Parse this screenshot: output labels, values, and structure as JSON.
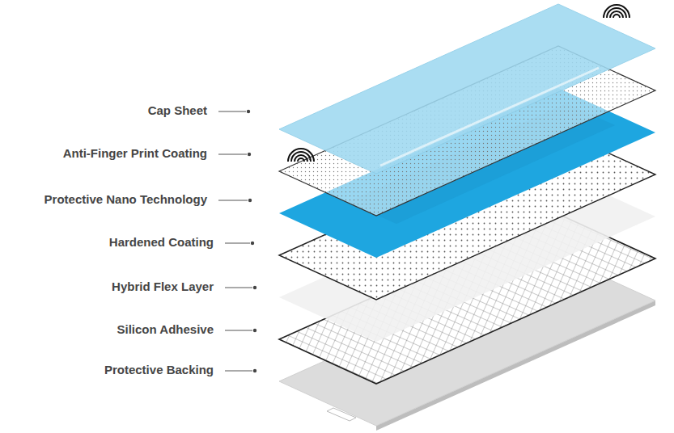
{
  "diagram": {
    "labels": [
      "Cap Sheet",
      "Anti-Finger Print Coating",
      "Protective Nano Technology",
      "Hardened Coating",
      "Hybrid Flex Layer",
      "Silicon Adhesive",
      "Protective Backing"
    ]
  }
}
